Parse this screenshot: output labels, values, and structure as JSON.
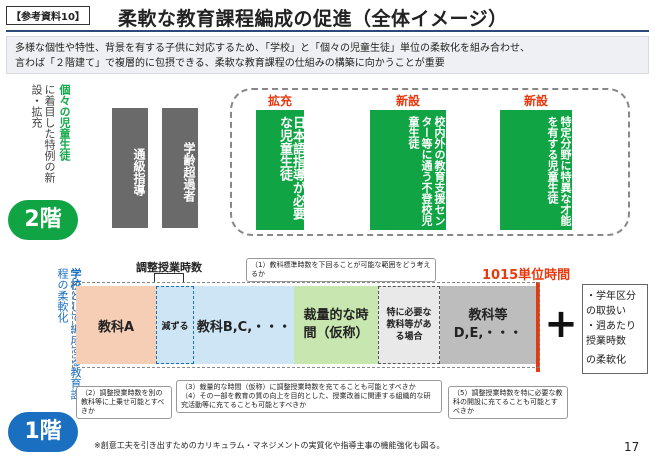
{
  "header": {
    "ref_tag": "【参考資料10】",
    "title": "柔軟な教育課程編成の促進（全体イメージ）",
    "intro_line1": "多様な個性や特性、背景を有する子供に対応するため、「学校」と「個々の児童生徒」単位の柔軟化を組み合わせ、",
    "intro_line2": "言わば「２階建て」で複層的に包摂できる、柔軟な教育課程の仕組みの構築に向かうことが重要"
  },
  "floor2": {
    "label_strong": "個々の児童生徒",
    "label_sub": "に着目した特例の新設・拡充",
    "badge": "2階",
    "gray_items": [
      "通級指導",
      "学齢超過者"
    ],
    "green_items": [
      {
        "tag": "拡充",
        "text": "日本語指導が必要な児童生徒"
      },
      {
        "tag": "新設",
        "text": "校内外の教育支援センター等に通う不登校児童生徒"
      },
      {
        "tag": "新設",
        "text": "特定分野に特異な才能を有する児童生徒"
      }
    ]
  },
  "floor1": {
    "label_strong": "学校",
    "label_sub": "として編成する教育課程の柔軟化",
    "badge": "1階",
    "adjust_label": "調整授業時数",
    "units_label": "1015単位時間",
    "note_top": "（1）教科標準時数を下回ることが可能な範囲をどう考えるか",
    "blocks": {
      "kyoka_a": "教科A",
      "reduce": "減ずる",
      "kyoka_bc": "教科B,C,・・・",
      "sairyo": "裁量的な時間（仮称）",
      "special": "特に必要な教科等がある場合",
      "kyoka_de": "教科等D,E,・・・",
      "plus": "+"
    },
    "right_box": [
      "・学年区分の取扱い",
      "・週あたり授業時数",
      "の柔軟化"
    ],
    "notes_bottom": [
      "（2）調整授業時数を別の教科等に上乗せ可能とすべきか",
      "（3）裁量的な時間（仮称）に調整授業時数を充てることも可能とすべきか\n（4）その一部を教育の質の向上を目的とした、授業改善に関連する組織的な研究活動等に充てることも可能とすべきか",
      "（5）調整授業時数を特に必要な教科の開設に充てることも可能とすべきか"
    ]
  },
  "footer": {
    "note": "※創意工夫を引き出すためのカリキュラム・マネジメントの実質化や指導主事の機能強化も図る。",
    "page": "17"
  },
  "colors": {
    "green": "#11a445",
    "blue": "#1a6fc0",
    "orange": "#e8390e",
    "salmon": "#f6cdb5",
    "sky": "#cde5f5",
    "lime": "#c8e6b0"
  }
}
